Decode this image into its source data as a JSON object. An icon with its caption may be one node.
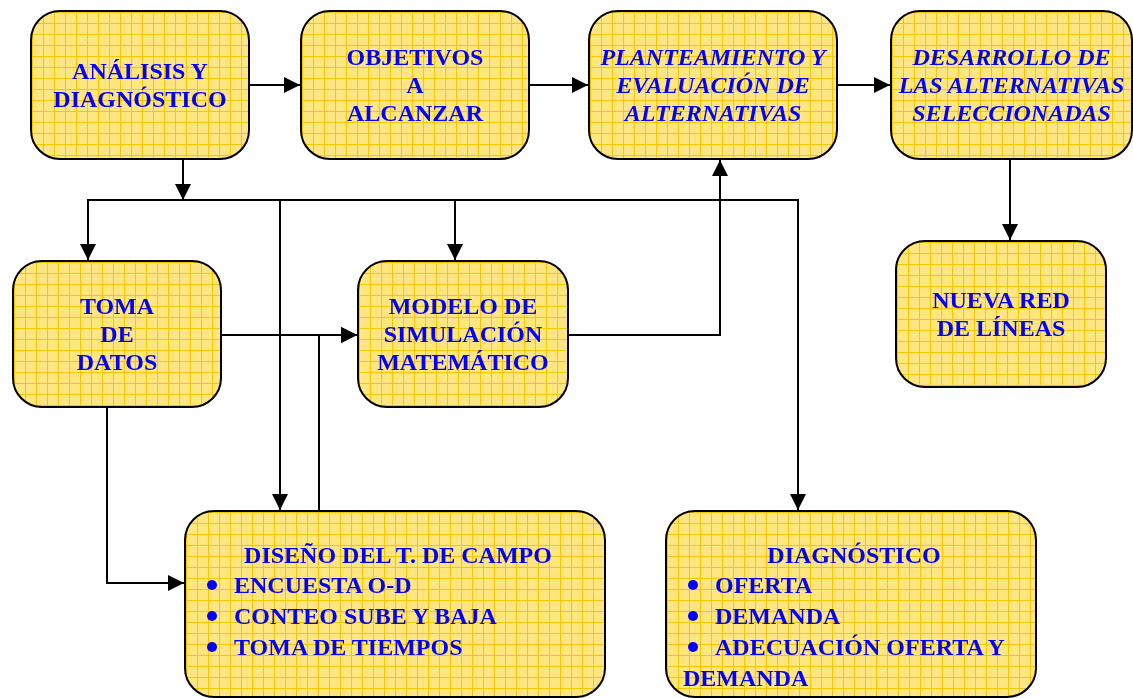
{
  "diagram": {
    "nodes": [
      {
        "text": [
          "ANÁLISIS Y DIAGNÓSTICO"
        ]
      },
      {
        "text": [
          "OBJETIVOS A ALCANZAR"
        ]
      },
      {
        "text": [
          "PLANTEAMIENTO Y EVALUACIÓN DE ALTERNATIVAS"
        ]
      },
      {
        "text": [
          "DESARROLLO DE LAS ALTERNATIVAS SELECCIONADAS"
        ]
      },
      {
        "text": [
          "TOMA DE DATOS"
        ]
      },
      {
        "text": [
          "MODELO DE SIMULACIÓN MATEMÁTICO"
        ]
      },
      {
        "text": [
          "NUEVA RED DE LÍNEAS"
        ]
      },
      {
        "text": [
          "DISEÑO DEL T. DE CAMPO",
          "ENCUESTA O-D",
          "CONTEO SUBE Y BAJA",
          "TOMA DE TIEMPOS"
        ]
      },
      {
        "text": [
          "DIAGNÓSTICO",
          "OFERTA",
          "DEMANDA",
          "ADECUACIÓN OFERTA Y DEMANDA"
        ]
      }
    ],
    "edges": [
      {
        "from": 0,
        "to": 1,
        "arrow": "to"
      },
      {
        "from": 1,
        "to": 2,
        "arrow": "to"
      },
      {
        "from": 2,
        "to": 3,
        "arrow": "to"
      },
      {
        "from": 3,
        "to": 6,
        "arrow": "to"
      },
      {
        "from": 0,
        "to": 4,
        "arrow": "to"
      },
      {
        "from": 0,
        "to": 7,
        "arrow": "to"
      },
      {
        "from": 0,
        "to": 5,
        "arrow": "to"
      },
      {
        "from": 0,
        "to": 8,
        "arrow": "to"
      },
      {
        "from": 4,
        "to": 5,
        "arrow": "to"
      },
      {
        "from": 7,
        "to": 5,
        "arrow": "to"
      },
      {
        "from": 5,
        "to": 2,
        "arrow": "to"
      },
      {
        "from": 4,
        "to": 7,
        "arrow": "to"
      }
    ]
  }
}
